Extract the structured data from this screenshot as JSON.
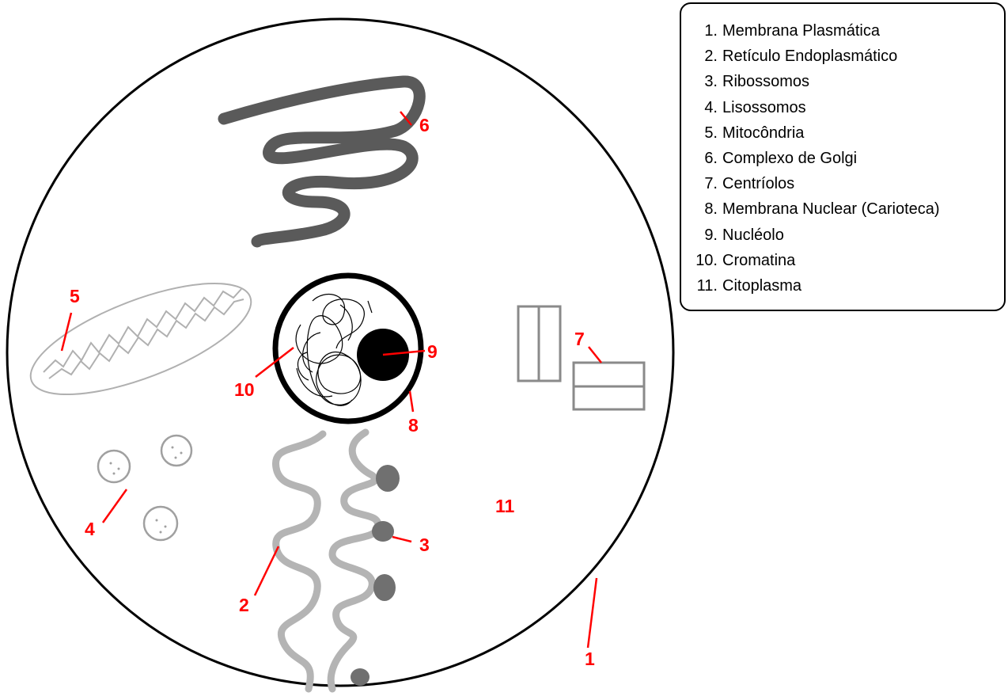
{
  "legend": {
    "items": [
      {
        "number": "1.",
        "label": "Membrana Plasmática"
      },
      {
        "number": "2.",
        "label": "Retículo Endoplasmático"
      },
      {
        "number": "3.",
        "label": "Ribossomos"
      },
      {
        "number": "4.",
        "label": "Lisossomos"
      },
      {
        "number": "5.",
        "label": "Mitocôndria"
      },
      {
        "number": "6.",
        "label": "Complexo de Golgi"
      },
      {
        "number": "7.",
        "label": "Centríolos"
      },
      {
        "number": "8.",
        "label": "Membrana Nuclear (Carioteca)"
      },
      {
        "number": "9.",
        "label": "Nucléolo"
      },
      {
        "number": "10.",
        "label": "Cromatina"
      },
      {
        "number": "11.",
        "label": "Citoplasma"
      }
    ]
  },
  "diagram_labels": {
    "l1": "1",
    "l2": "2",
    "l3": "3",
    "l4": "4",
    "l5": "5",
    "l6": "6",
    "l7": "7",
    "l8": "8",
    "l9": "9",
    "l10": "10",
    "l11": "11"
  },
  "colors": {
    "label_red": "#ff0000",
    "golgi": "#5a5a5a",
    "reticulum": "#b4b4b4",
    "ribosome": "#707070",
    "organelle_outline": "#a0a0a0"
  }
}
